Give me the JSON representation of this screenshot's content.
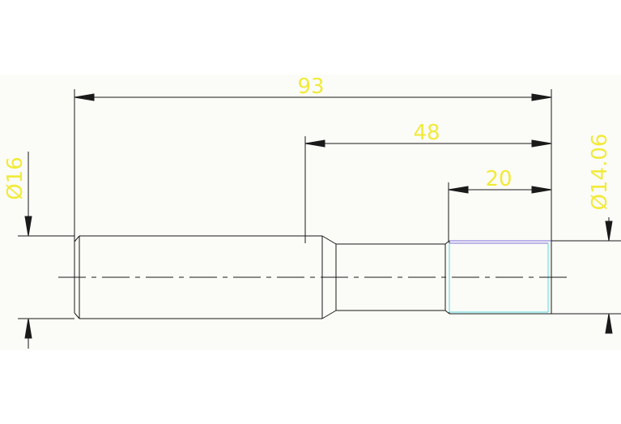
{
  "colors": {
    "page_background": "#ffffff",
    "drawing_area": "#fbfcf7",
    "geometry": "#1a1a1a",
    "dimension_text": "#f2ea3a",
    "highlight_top": "#7a6ad8",
    "highlight_side": "#59d9e6"
  },
  "dimensions": {
    "overall_length": "93",
    "step_length": "48",
    "thread_length": "20",
    "large_diameter": "Ø16",
    "small_diameter": "Ø14.06"
  }
}
